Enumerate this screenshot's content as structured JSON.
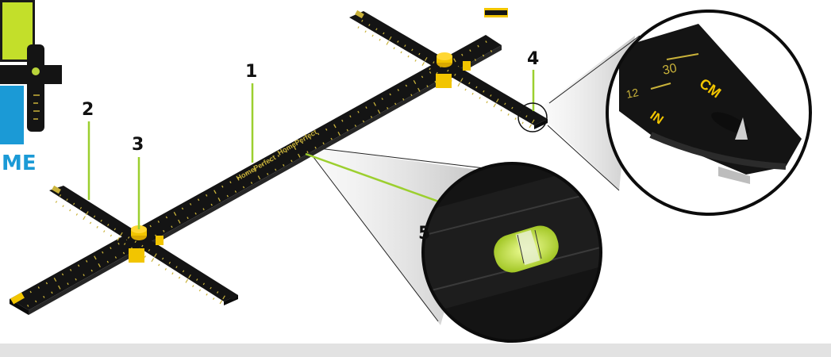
{
  "colors": {
    "ruler": "#141414",
    "tick": "#c9b23a",
    "accent_green": "#b9d43a",
    "yellow": "#f2c500",
    "blue": "#1b9ad6",
    "pointer": "#9ccf2f",
    "band": "#e2e2e2"
  },
  "logo": {
    "text": "ME"
  },
  "ruler": {
    "brand": "HomePerfect"
  },
  "callouts": [
    {
      "id": "1",
      "label": "1"
    },
    {
      "id": "2",
      "label": "2"
    },
    {
      "id": "3",
      "label": "3"
    },
    {
      "id": "4",
      "label": "4"
    },
    {
      "id": "5",
      "label": "5"
    }
  ],
  "tip_zoom": {
    "mark_30": "30",
    "mark_12": "12",
    "unit_in": "IN",
    "unit_cm": "CM"
  },
  "level_zoom": {
    "icon": "bubble-level-icon"
  }
}
